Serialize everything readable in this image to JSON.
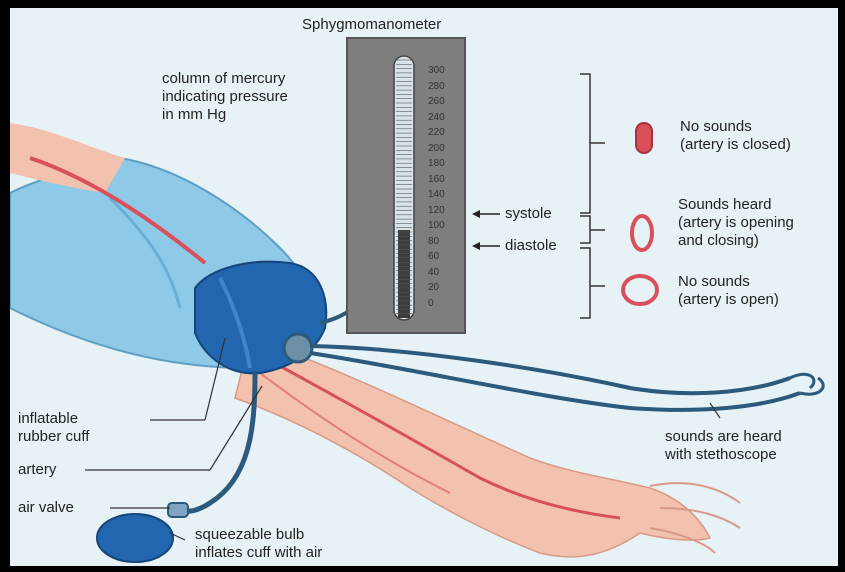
{
  "diagram": {
    "title": "Sphygmomanometer",
    "mercury_label": [
      "column of mercury",
      "indicating pressure",
      "in mm Hg"
    ],
    "scale_ticks": [
      "300",
      "280",
      "260",
      "240",
      "220",
      "200",
      "180",
      "160",
      "140",
      "120",
      "100",
      "80",
      "60",
      "40",
      "20",
      "0"
    ],
    "systole_label": "systole",
    "diastole_label": "diastole",
    "states": [
      {
        "title": "No sounds",
        "detail": "(artery is closed)"
      },
      {
        "title": "Sounds heard",
        "detail": "(artery is opening",
        "detail2": "and closing)"
      },
      {
        "title": "No sounds",
        "detail": "(artery is open)"
      }
    ],
    "cuff_label": [
      "inflatable",
      "rubber cuff"
    ],
    "artery_label": "artery",
    "valve_label": "air valve",
    "bulb_label": [
      "squeezable bulb",
      "inflates cuff with air"
    ],
    "stethoscope_label": [
      "sounds are heard",
      "with stethoscope"
    ]
  },
  "colors": {
    "background": "#e6f2f6",
    "sleeve": "#8ec9e8",
    "cuff": "#2366b0",
    "skin": "#f2c2ae",
    "artery": "#d9505a",
    "tube": "#2b5a7c",
    "manometer": "#7e7e7e"
  }
}
